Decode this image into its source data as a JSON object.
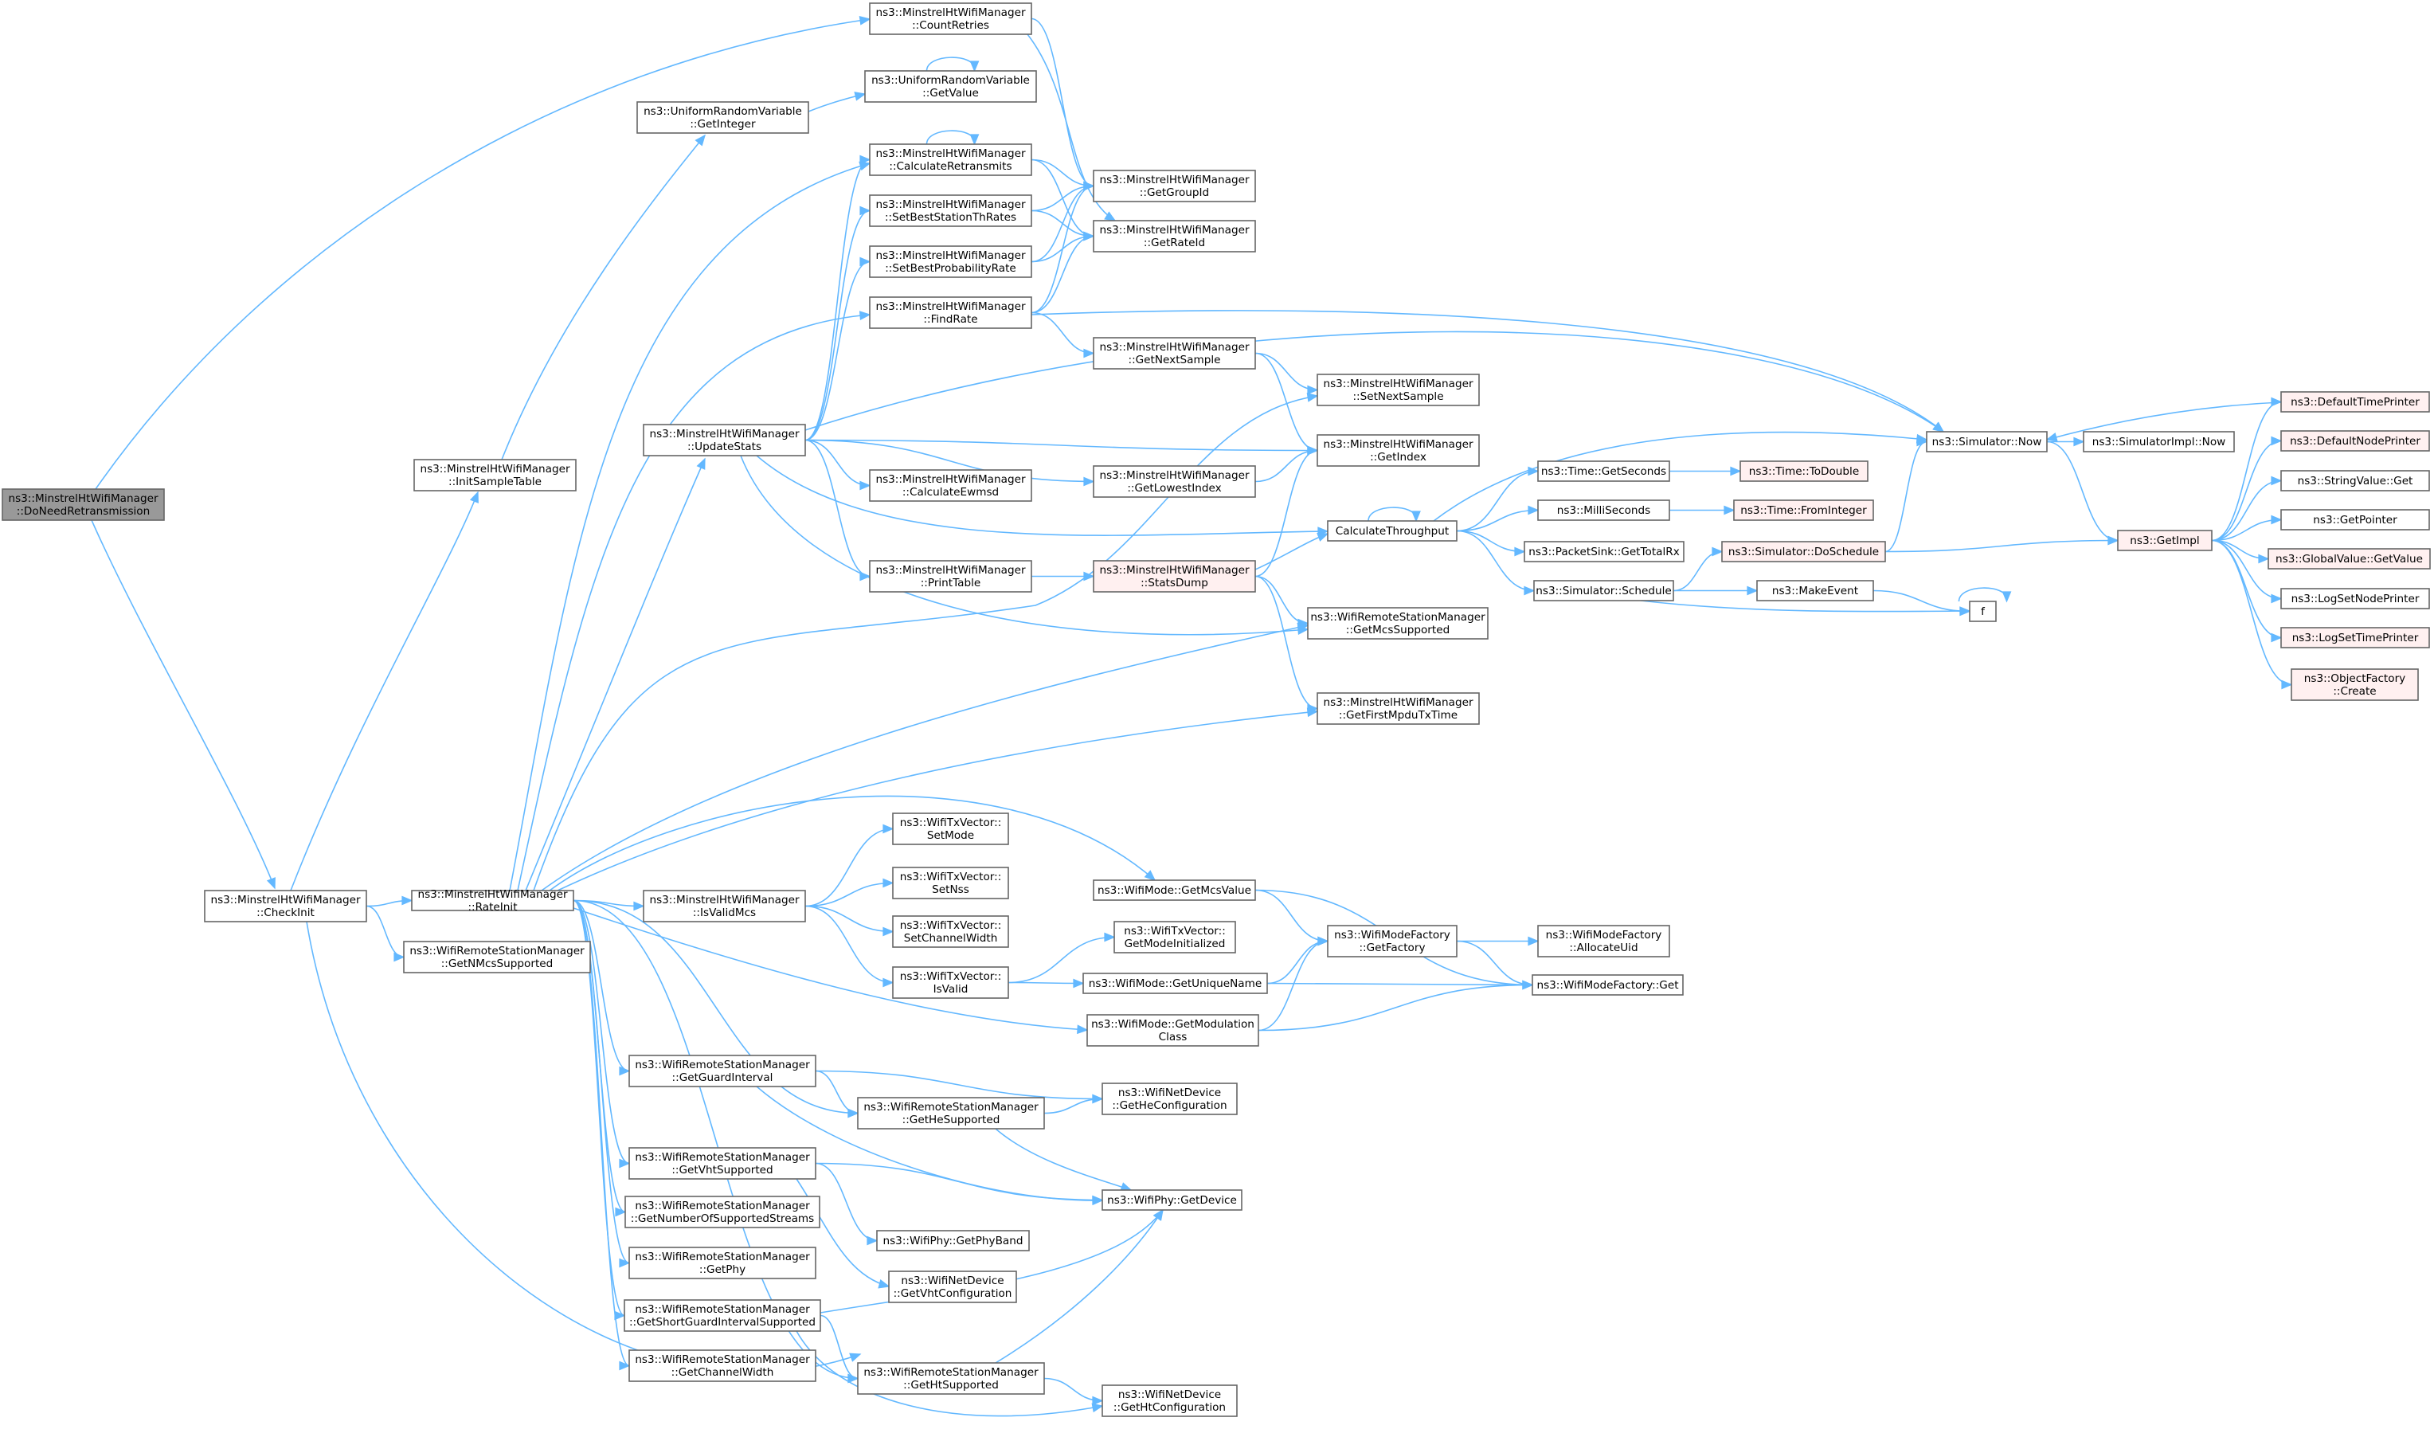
{
  "colors": {
    "edge": "#63b8ff",
    "node_fill": "#ffffff",
    "node_border": "#666666",
    "root_fill": "#999999",
    "red_fill": "#fff0f0",
    "red_border": "#ff0000",
    "text": "#000000"
  },
  "nodes": [
    {
      "id": "root",
      "lines": [
        "ns3::MinstrelHtWifiManager",
        "::DoNeedRetransmission"
      ],
      "style": "root"
    },
    {
      "id": "countRetries",
      "lines": [
        "ns3::MinstrelHtWifiManager",
        "::CountRetries"
      ]
    },
    {
      "id": "uniformGetValue",
      "lines": [
        "ns3::UniformRandomVariable",
        "::GetValue"
      ]
    },
    {
      "id": "uniformGetInteger",
      "lines": [
        "ns3::UniformRandomVariable",
        "::GetInteger"
      ]
    },
    {
      "id": "calcRetransmits",
      "lines": [
        "ns3::MinstrelHtWifiManager",
        "::CalculateRetransmits"
      ]
    },
    {
      "id": "getGroupId",
      "lines": [
        "ns3::MinstrelHtWifiManager",
        "::GetGroupId"
      ]
    },
    {
      "id": "setBestStationThRates",
      "lines": [
        "ns3::MinstrelHtWifiManager",
        "::SetBestStationThRates"
      ]
    },
    {
      "id": "getRateId",
      "lines": [
        "ns3::MinstrelHtWifiManager",
        "::GetRateId"
      ]
    },
    {
      "id": "setBestProbRate",
      "lines": [
        "ns3::MinstrelHtWifiManager",
        "::SetBestProbabilityRate"
      ]
    },
    {
      "id": "findRate",
      "lines": [
        "ns3::MinstrelHtWifiManager",
        "::FindRate"
      ]
    },
    {
      "id": "getNextSample",
      "lines": [
        "ns3::MinstrelHtWifiManager",
        "::GetNextSample"
      ]
    },
    {
      "id": "setNextSample",
      "lines": [
        "ns3::MinstrelHtWifiManager",
        "::SetNextSample"
      ]
    },
    {
      "id": "updateStats",
      "lines": [
        "ns3::MinstrelHtWifiManager",
        "::UpdateStats"
      ]
    },
    {
      "id": "initSampleTable",
      "lines": [
        "ns3::MinstrelHtWifiManager",
        "::InitSampleTable"
      ]
    },
    {
      "id": "getIndex",
      "lines": [
        "ns3::MinstrelHtWifiManager",
        "::GetIndex"
      ]
    },
    {
      "id": "calcEwmsd",
      "lines": [
        "ns3::MinstrelHtWifiManager",
        "::CalculateEwmsd"
      ]
    },
    {
      "id": "getLowestIndex",
      "lines": [
        "ns3::MinstrelHtWifiManager",
        "::GetLowestIndex"
      ]
    },
    {
      "id": "printTable",
      "lines": [
        "ns3::MinstrelHtWifiManager",
        "::PrintTable"
      ]
    },
    {
      "id": "statsDump",
      "lines": [
        "ns3::MinstrelHtWifiManager",
        "::StatsDump"
      ],
      "style": "red"
    },
    {
      "id": "getMcsSupported",
      "lines": [
        "ns3::WifiRemoteStationManager",
        "::GetMcsSupported"
      ]
    },
    {
      "id": "getFirstMpdu",
      "lines": [
        "ns3::MinstrelHtWifiManager",
        "::GetFirstMpduTxTime"
      ]
    },
    {
      "id": "calcThroughput",
      "lines": [
        "CalculateThroughput"
      ]
    },
    {
      "id": "simNow",
      "lines": [
        "ns3::Simulator::Now"
      ]
    },
    {
      "id": "simImplNow",
      "lines": [
        "ns3::SimulatorImpl::Now"
      ]
    },
    {
      "id": "timeGetSeconds",
      "lines": [
        "ns3::Time::GetSeconds"
      ]
    },
    {
      "id": "timeToDouble",
      "lines": [
        "ns3::Time::ToDouble"
      ],
      "style": "red"
    },
    {
      "id": "milliSeconds",
      "lines": [
        "ns3::MilliSeconds"
      ]
    },
    {
      "id": "timeFromInteger",
      "lines": [
        "ns3::Time::FromInteger"
      ],
      "style": "red"
    },
    {
      "id": "packetSinkGetTotalRx",
      "lines": [
        "ns3::PacketSink::GetTotalRx"
      ]
    },
    {
      "id": "simDoSchedule",
      "lines": [
        "ns3::Simulator::DoSchedule"
      ],
      "style": "red"
    },
    {
      "id": "simSchedule",
      "lines": [
        "ns3::Simulator::Schedule"
      ]
    },
    {
      "id": "makeEvent",
      "lines": [
        "ns3::MakeEvent"
      ]
    },
    {
      "id": "f",
      "lines": [
        "f"
      ]
    },
    {
      "id": "getImpl",
      "lines": [
        "ns3::GetImpl"
      ],
      "style": "red"
    },
    {
      "id": "defaultTimePrinter",
      "lines": [
        "ns3::DefaultTimePrinter"
      ],
      "style": "red"
    },
    {
      "id": "defaultNodePrinter",
      "lines": [
        "ns3::DefaultNodePrinter"
      ],
      "style": "red"
    },
    {
      "id": "stringValueGet",
      "lines": [
        "ns3::StringValue::Get"
      ]
    },
    {
      "id": "getPointer",
      "lines": [
        "ns3::GetPointer"
      ]
    },
    {
      "id": "globalValueGetValue",
      "lines": [
        "ns3::GlobalValue::GetValue"
      ],
      "style": "red"
    },
    {
      "id": "logSetNodePrinter",
      "lines": [
        "ns3::LogSetNodePrinter"
      ]
    },
    {
      "id": "logSetTimePrinter",
      "lines": [
        "ns3::LogSetTimePrinter"
      ],
      "style": "red"
    },
    {
      "id": "objectFactoryCreate",
      "lines": [
        "ns3::ObjectFactory",
        "::Create"
      ],
      "style": "red"
    },
    {
      "id": "checkInit",
      "lines": [
        "ns3::MinstrelHtWifiManager",
        "::CheckInit"
      ]
    },
    {
      "id": "rateInit",
      "lines": [
        "ns3::MinstrelHtWifiManager",
        "::RateInit"
      ]
    },
    {
      "id": "getNMcsSupported",
      "lines": [
        "ns3::WifiRemoteStationManager",
        "::GetNMcsSupported"
      ]
    },
    {
      "id": "isValidMcs",
      "lines": [
        "ns3::MinstrelHtWifiManager",
        "::IsValidMcs"
      ]
    },
    {
      "id": "txvSetMode",
      "lines": [
        "ns3::WifiTxVector::",
        "SetMode"
      ]
    },
    {
      "id": "txvSetNss",
      "lines": [
        "ns3::WifiTxVector::",
        "SetNss"
      ]
    },
    {
      "id": "txvSetChannelWidth",
      "lines": [
        "ns3::WifiTxVector::",
        "SetChannelWidth"
      ]
    },
    {
      "id": "txvIsValid",
      "lines": [
        "ns3::WifiTxVector::",
        "IsValid"
      ]
    },
    {
      "id": "txvGetModeInit",
      "lines": [
        "ns3::WifiTxVector::",
        "GetModeInitialized"
      ]
    },
    {
      "id": "modeGetMcsValue",
      "lines": [
        "ns3::WifiMode::GetMcsValue"
      ]
    },
    {
      "id": "modeFactoryGetFactory",
      "lines": [
        "ns3::WifiModeFactory",
        "::GetFactory"
      ]
    },
    {
      "id": "modeFactoryAllocateUid",
      "lines": [
        "ns3::WifiModeFactory",
        "::AllocateUid"
      ]
    },
    {
      "id": "modeGetUniqueName",
      "lines": [
        "ns3::WifiMode::GetUniqueName"
      ]
    },
    {
      "id": "modeFactoryGet",
      "lines": [
        "ns3::WifiModeFactory::Get"
      ]
    },
    {
      "id": "modeGetModClass",
      "lines": [
        "ns3::WifiMode::GetModulation",
        "Class"
      ]
    },
    {
      "id": "getGuardInterval",
      "lines": [
        "ns3::WifiRemoteStationManager",
        "::GetGuardInterval"
      ]
    },
    {
      "id": "getHeSupported",
      "lines": [
        "ns3::WifiRemoteStationManager",
        "::GetHeSupported"
      ]
    },
    {
      "id": "netDevGetHeConfig",
      "lines": [
        "ns3::WifiNetDevice",
        "::GetHeConfiguration"
      ]
    },
    {
      "id": "getVhtSupported",
      "lines": [
        "ns3::WifiRemoteStationManager",
        "::GetVhtSupported"
      ]
    },
    {
      "id": "phyGetDevice",
      "lines": [
        "ns3::WifiPhy::GetDevice"
      ]
    },
    {
      "id": "getNumSuppStreams",
      "lines": [
        "ns3::WifiRemoteStationManager",
        "::GetNumberOfSupportedStreams"
      ]
    },
    {
      "id": "phyGetPhyBand",
      "lines": [
        "ns3::WifiPhy::GetPhyBand"
      ]
    },
    {
      "id": "getPhy",
      "lines": [
        "ns3::WifiRemoteStationManager",
        "::GetPhy"
      ]
    },
    {
      "id": "netDevGetVhtConfig",
      "lines": [
        "ns3::WifiNetDevice",
        "::GetVhtConfiguration"
      ]
    },
    {
      "id": "getShortGISupported",
      "lines": [
        "ns3::WifiRemoteStationManager",
        "::GetShortGuardIntervalSupported"
      ]
    },
    {
      "id": "getChannelWidth",
      "lines": [
        "ns3::WifiRemoteStationManager",
        "::GetChannelWidth"
      ]
    },
    {
      "id": "getHtSupported",
      "lines": [
        "ns3::WifiRemoteStationManager",
        "::GetHtSupported"
      ]
    },
    {
      "id": "netDevGetHtConfig",
      "lines": [
        "ns3::WifiNetDevice",
        "::GetHtConfiguration"
      ]
    }
  ],
  "edges": [
    [
      "root",
      "countRetries"
    ],
    [
      "root",
      "checkInit"
    ],
    [
      "countRetries",
      "getGroupId"
    ],
    [
      "countRetries",
      "getRateId"
    ],
    [
      "uniformGetValue",
      "uniformGetValue"
    ],
    [
      "uniformGetInteger",
      "uniformGetValue"
    ],
    [
      "calcRetransmits",
      "calcRetransmits"
    ],
    [
      "calcRetransmits",
      "getGroupId"
    ],
    [
      "calcRetransmits",
      "getRateId"
    ],
    [
      "setBestStationThRates",
      "getGroupId"
    ],
    [
      "setBestStationThRates",
      "getRateId"
    ],
    [
      "setBestProbRate",
      "getGroupId"
    ],
    [
      "setBestProbRate",
      "getRateId"
    ],
    [
      "findRate",
      "getGroupId"
    ],
    [
      "findRate",
      "getRateId"
    ],
    [
      "findRate",
      "getNextSample"
    ],
    [
      "findRate",
      "simNow"
    ],
    [
      "getNextSample",
      "setNextSample"
    ],
    [
      "getNextSample",
      "getIndex"
    ],
    [
      "updateStats",
      "calcRetransmits"
    ],
    [
      "updateStats",
      "setBestStationThRates"
    ],
    [
      "updateStats",
      "setBestProbRate"
    ],
    [
      "updateStats",
      "simNow"
    ],
    [
      "updateStats",
      "getIndex"
    ],
    [
      "updateStats",
      "calcEwmsd"
    ],
    [
      "updateStats",
      "getLowestIndex"
    ],
    [
      "updateStats",
      "printTable"
    ],
    [
      "updateStats",
      "calcThroughput"
    ],
    [
      "updateStats",
      "getMcsSupported"
    ],
    [
      "getLowestIndex",
      "getIndex"
    ],
    [
      "printTable",
      "statsDump"
    ],
    [
      "statsDump",
      "getIndex"
    ],
    [
      "statsDump",
      "calcThroughput"
    ],
    [
      "statsDump",
      "getMcsSupported"
    ],
    [
      "statsDump",
      "getFirstMpdu"
    ],
    [
      "calcThroughput",
      "calcThroughput"
    ],
    [
      "calcThroughput",
      "timeGetSeconds"
    ],
    [
      "calcThroughput",
      "milliSeconds"
    ],
    [
      "calcThroughput",
      "packetSinkGetTotalRx"
    ],
    [
      "calcThroughput",
      "simSchedule"
    ],
    [
      "calcThroughput",
      "simNow"
    ],
    [
      "timeGetSeconds",
      "timeToDouble"
    ],
    [
      "milliSeconds",
      "timeFromInteger"
    ],
    [
      "simSchedule",
      "simDoSchedule"
    ],
    [
      "simSchedule",
      "makeEvent"
    ],
    [
      "simSchedule",
      "f"
    ],
    [
      "makeEvent",
      "f"
    ],
    [
      "f",
      "f"
    ],
    [
      "simDoSchedule",
      "simNow"
    ],
    [
      "simDoSchedule",
      "getImpl"
    ],
    [
      "simNow",
      "simImplNow"
    ],
    [
      "simNow",
      "getImpl"
    ],
    [
      "getImpl",
      "defaultTimePrinter"
    ],
    [
      "getImpl",
      "defaultNodePrinter"
    ],
    [
      "getImpl",
      "stringValueGet"
    ],
    [
      "getImpl",
      "getPointer"
    ],
    [
      "getImpl",
      "globalValueGetValue"
    ],
    [
      "getImpl",
      "logSetNodePrinter"
    ],
    [
      "getImpl",
      "logSetTimePrinter"
    ],
    [
      "getImpl",
      "objectFactoryCreate"
    ],
    [
      "defaultTimePrinter",
      "simNow"
    ],
    [
      "checkInit",
      "initSampleTable"
    ],
    [
      "checkInit",
      "rateInit"
    ],
    [
      "checkInit",
      "getNMcsSupported"
    ],
    [
      "checkInit",
      "getHtSupported"
    ],
    [
      "initSampleTable",
      "uniformGetInteger"
    ],
    [
      "rateInit",
      "calcRetransmits"
    ],
    [
      "rateInit",
      "findRate"
    ],
    [
      "rateInit",
      "updateStats"
    ],
    [
      "rateInit",
      "setNextSample"
    ],
    [
      "rateInit",
      "getMcsSupported"
    ],
    [
      "rateInit",
      "getFirstMpdu"
    ],
    [
      "rateInit",
      "isValidMcs"
    ],
    [
      "rateInit",
      "modeGetMcsValue"
    ],
    [
      "rateInit",
      "modeGetModClass"
    ],
    [
      "rateInit",
      "getGuardInterval"
    ],
    [
      "rateInit",
      "getHeSupported"
    ],
    [
      "rateInit",
      "getVhtSupported"
    ],
    [
      "rateInit",
      "getNumSuppStreams"
    ],
    [
      "rateInit",
      "getPhy"
    ],
    [
      "rateInit",
      "getShortGISupported"
    ],
    [
      "rateInit",
      "getChannelWidth"
    ],
    [
      "rateInit",
      "getHtSupported"
    ],
    [
      "isValidMcs",
      "txvSetMode"
    ],
    [
      "isValidMcs",
      "txvSetNss"
    ],
    [
      "isValidMcs",
      "txvSetChannelWidth"
    ],
    [
      "isValidMcs",
      "txvIsValid"
    ],
    [
      "txvIsValid",
      "txvGetModeInit"
    ],
    [
      "txvIsValid",
      "modeGetUniqueName"
    ],
    [
      "modeGetMcsValue",
      "modeFactoryGetFactory"
    ],
    [
      "modeGetMcsValue",
      "modeFactoryGet"
    ],
    [
      "modeFactoryGetFactory",
      "modeFactoryAllocateUid"
    ],
    [
      "modeFactoryGetFactory",
      "modeFactoryGet"
    ],
    [
      "modeGetUniqueName",
      "modeFactoryGetFactory"
    ],
    [
      "modeGetUniqueName",
      "modeFactoryGet"
    ],
    [
      "modeGetModClass",
      "modeFactoryGetFactory"
    ],
    [
      "modeGetModClass",
      "modeFactoryGet"
    ],
    [
      "getGuardInterval",
      "getHeSupported"
    ],
    [
      "getGuardInterval",
      "netDevGetHeConfig"
    ],
    [
      "getGuardInterval",
      "phyGetDevice"
    ],
    [
      "getHeSupported",
      "netDevGetHeConfig"
    ],
    [
      "getHeSupported",
      "phyGetDevice"
    ],
    [
      "getVhtSupported",
      "phyGetDevice"
    ],
    [
      "getVhtSupported",
      "phyGetPhyBand"
    ],
    [
      "getVhtSupported",
      "netDevGetVhtConfig"
    ],
    [
      "getShortGISupported",
      "getHtSupported"
    ],
    [
      "getShortGISupported",
      "phyGetDevice"
    ],
    [
      "getShortGISupported",
      "netDevGetHtConfig"
    ],
    [
      "getHtSupported",
      "phyGetDevice"
    ],
    [
      "getHtSupported",
      "netDevGetHtConfig"
    ]
  ]
}
